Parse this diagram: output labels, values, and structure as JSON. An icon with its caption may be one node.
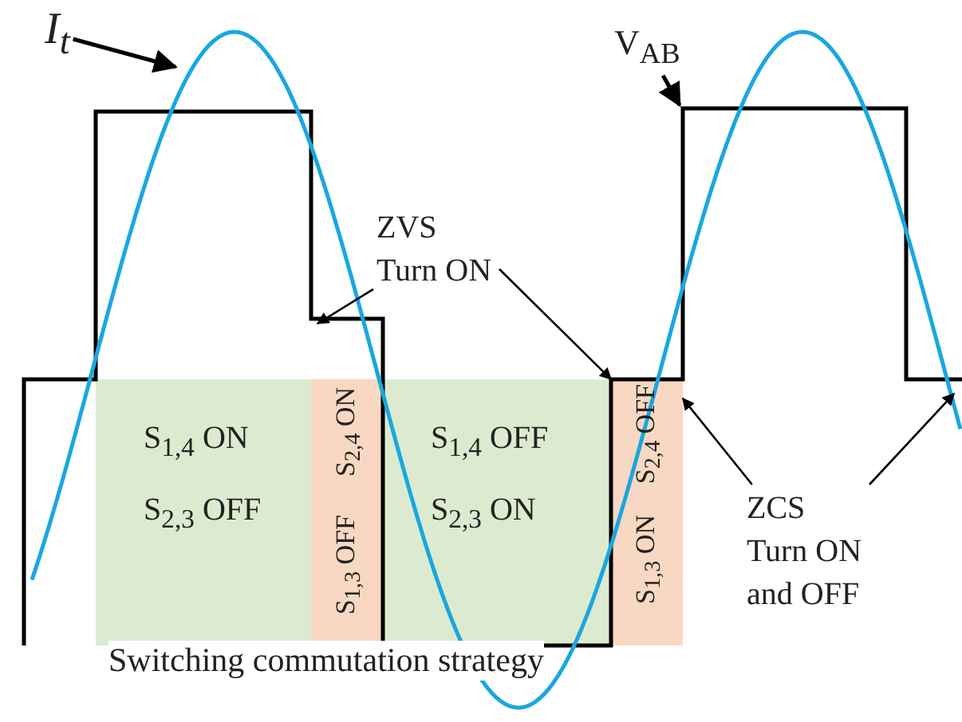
{
  "diagram": {
    "caption": "Switching commutation strategy",
    "nodes": [
      {
        "text": [
          "I$_{t}$"
        ]
      },
      {
        "text": [
          "V$_{AB}$"
        ]
      },
      {
        "text": [
          "ZVS Turn ON"
        ]
      },
      {
        "text": [
          "ZCS Turn ON and OFF"
        ]
      },
      {
        "text": [
          "S$_{1,4}$ ON",
          "S$_{2,3}$ OFF"
        ]
      },
      {
        "text": [
          "S$_{2,4}$ ON",
          "S$_{1,3}$ OFF"
        ]
      },
      {
        "text": [
          "S$_{1,4}$ OFF",
          "S$_{2,3}$ ON"
        ]
      },
      {
        "text": [
          "S$_{2,4}$ OFF",
          "S$_{1,3}$ ON"
        ]
      }
    ],
    "edges": [
      {
        "from": 0,
        "to": null,
        "arrow": "to"
      },
      {
        "from": 1,
        "to": null,
        "arrow": "to"
      },
      {
        "from": 2,
        "to": null,
        "arrow": "to"
      },
      {
        "from": 2,
        "to": 7,
        "arrow": "to"
      },
      {
        "from": 3,
        "to": 7,
        "arrow": "to"
      },
      {
        "from": 3,
        "to": null,
        "arrow": "to"
      }
    ]
  }
}
